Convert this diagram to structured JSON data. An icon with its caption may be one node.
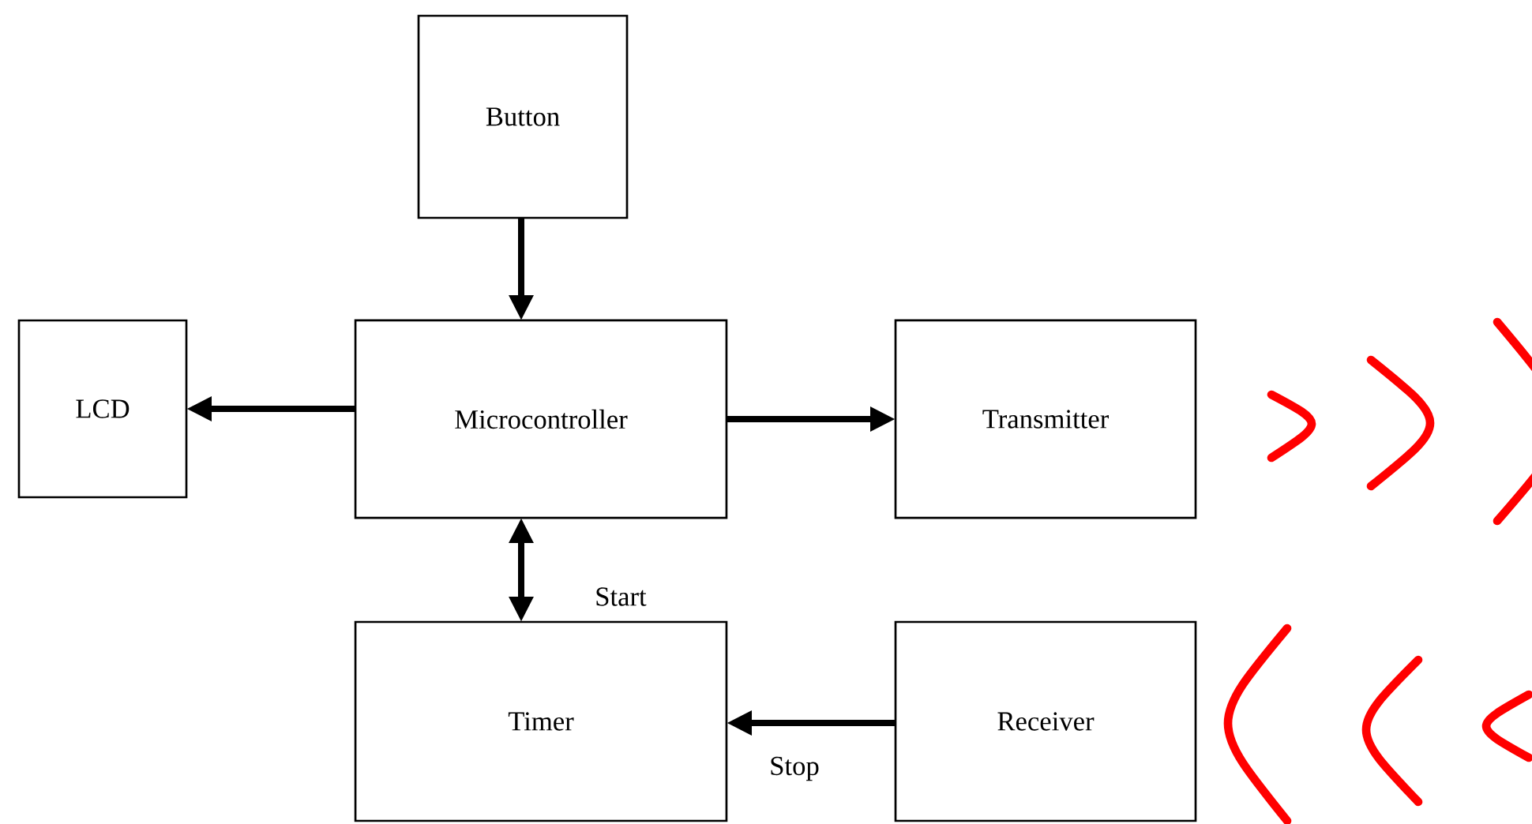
{
  "diagram": {
    "nodes": [
      {
        "text": [
          "Button"
        ]
      },
      {
        "text": [
          "LCD"
        ]
      },
      {
        "text": [
          "Microcontroller"
        ]
      },
      {
        "text": [
          "Transmitter"
        ]
      },
      {
        "text": [
          "Timer"
        ]
      },
      {
        "text": [
          "Receiver"
        ]
      }
    ],
    "edges": [
      {
        "from": 0,
        "to": 2,
        "arrow": "to"
      },
      {
        "from": 2,
        "to": 1,
        "arrow": "to"
      },
      {
        "from": 2,
        "to": 3,
        "arrow": "to"
      },
      {
        "from": 2,
        "to": 4,
        "arrow": "both",
        "label": "Start"
      },
      {
        "from": 5,
        "to": 4,
        "arrow": "to",
        "label": "Stop"
      }
    ]
  }
}
